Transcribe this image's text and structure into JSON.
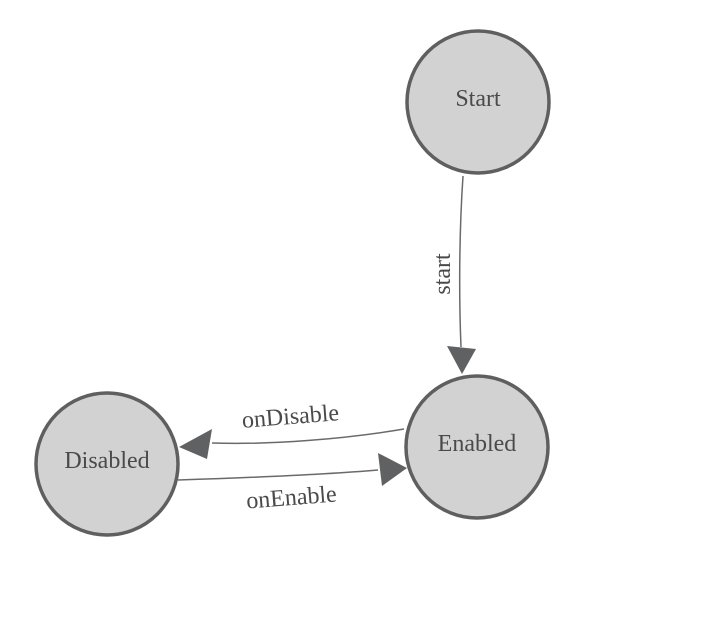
{
  "diagram": {
    "kind": "state-machine",
    "nodes": [
      {
        "label": "Start"
      },
      {
        "label": "Enabled"
      },
      {
        "label": "Disabled"
      }
    ],
    "edges": [
      {
        "from": "Start",
        "to": "Enabled",
        "label": "start"
      },
      {
        "from": "Enabled",
        "to": "Disabled",
        "label": "onDisable"
      },
      {
        "from": "Disabled",
        "to": "Enabled",
        "label": "onEnable"
      }
    ],
    "colors": {
      "background": "#ffffff",
      "node_fill": "#d2d2d2",
      "node_border": "#5f5f5f",
      "edge_line": "#6a6a6a",
      "arrowhead": "#5f6163",
      "text": "#4a4a4a"
    }
  }
}
